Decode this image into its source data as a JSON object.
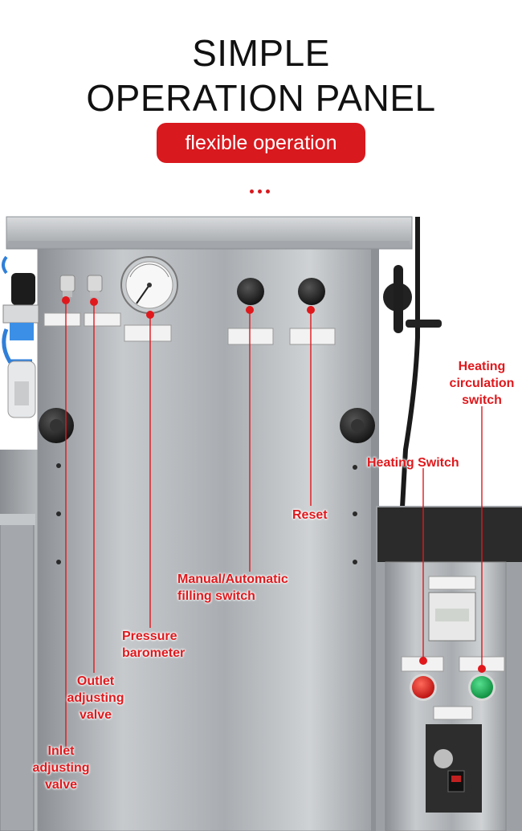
{
  "header": {
    "title_line1": "SIMPLE",
    "title_line2": "OPERATION PANEL",
    "badge": "flexible operation"
  },
  "labels": {
    "heating_circulation_switch": [
      "Heating",
      "circulation",
      "switch"
    ],
    "heating_switch": "Heating Switch",
    "reset": "Reset",
    "manual_automatic": [
      "Manual/Automatic",
      "filling switch"
    ],
    "pressure_barometer": [
      "Pressure",
      "barometer"
    ],
    "outlet_valve": [
      "Outlet",
      "adjusting",
      "valve"
    ],
    "inlet_valve": [
      "Inlet",
      "adjusting",
      "valve"
    ]
  },
  "colors": {
    "accent": "#d8191e",
    "steel": "#b9bcbf"
  }
}
